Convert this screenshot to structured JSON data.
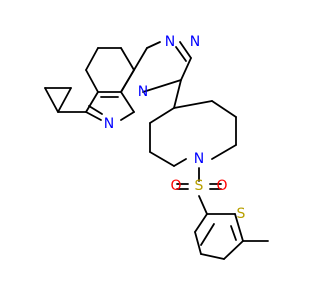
{
  "diagram": {
    "type": "chemical-structure",
    "colors": {
      "bond": "#000000",
      "nitrogen": "#0000ff",
      "sulfur": "#b8a000",
      "oxygen": "#ff0000"
    },
    "atom_labels": {
      "n_triazole_1": "N",
      "n_triazole_2": "N",
      "n_bridge": "N",
      "n_pyridazine": "N",
      "n_piperidine": "N",
      "s_sulfonyl": "S",
      "o_left": "O",
      "o_right": "O",
      "s_thiophene": "S"
    }
  }
}
